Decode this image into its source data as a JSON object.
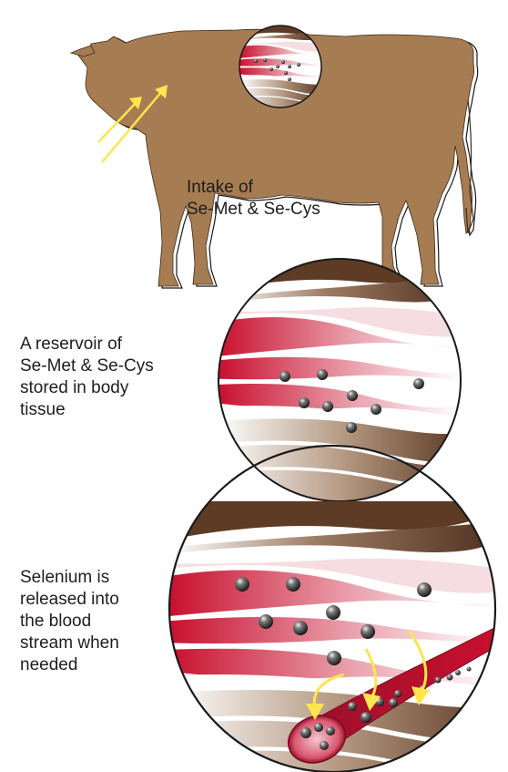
{
  "labels": {
    "intake": [
      "Intake of",
      "Se-Met & Se-Cys"
    ],
    "reservoir": [
      "A reservoir of",
      "Se-Met & Se-Cys",
      "stored in body",
      "tissue"
    ],
    "release": [
      "Selenium is",
      "released into",
      "the blood",
      "stream when",
      "needed"
    ]
  },
  "colors": {
    "cow": "#a67c52",
    "muscle": "#c8102e",
    "tissue": "#5e3b24",
    "arrow": "#ffe64d",
    "particle": "#333333"
  }
}
